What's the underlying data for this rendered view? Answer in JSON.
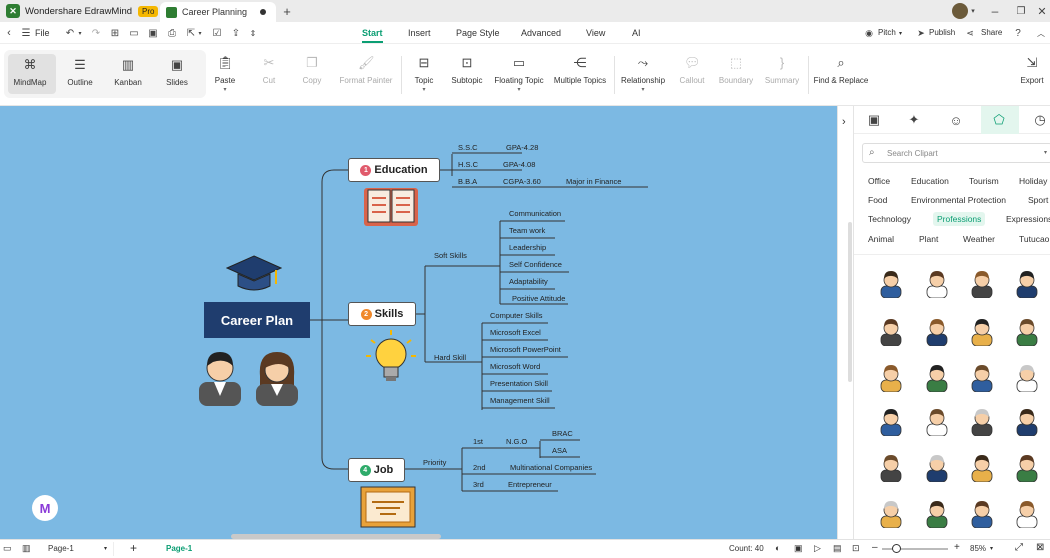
{
  "app": {
    "name": "Wondershare EdrawMind",
    "badge": "Pro",
    "doc_tab": "Career Planning"
  },
  "menu": {
    "file": "File",
    "items": [
      "Start",
      "Insert",
      "Page Style",
      "Advanced",
      "View",
      "AI"
    ],
    "pitch": "Pitch",
    "publish": "Publish",
    "share": "Share"
  },
  "views": {
    "mindmap": "MindMap",
    "outline": "Outline",
    "kanban": "Kanban",
    "slides": "Slides"
  },
  "toolbar": {
    "paste": "Paste",
    "cut": "Cut",
    "copy": "Copy",
    "format_painter": "Format Painter",
    "topic": "Topic",
    "subtopic": "Subtopic",
    "floating_topic": "Floating Topic",
    "multiple_topics": "Multiple Topics",
    "relationship": "Relationship",
    "callout": "Callout",
    "boundary": "Boundary",
    "summary": "Summary",
    "find_replace": "Find & Replace",
    "export": "Export"
  },
  "mindmap": {
    "central": "Career Plan",
    "education": {
      "num": "1",
      "label": "Education",
      "rows": [
        [
          "S.S.C",
          "GPA-4.28",
          ""
        ],
        [
          "H.S.C",
          "GPA-4.08",
          ""
        ],
        [
          "B.B.A",
          "CGPA-3.60",
          "Major in Finance"
        ]
      ]
    },
    "skills": {
      "num": "2",
      "label": "Skills",
      "soft": {
        "label": "Soft Skills",
        "items": [
          "Communication",
          "Team work",
          "Leadership",
          "Self Confidence",
          "Adaptability",
          "Positive Attitude"
        ]
      },
      "hard": {
        "label": "Hard Skill",
        "items": [
          "Computer Skills",
          "Microsoft Excel",
          "Microsoft PowerPoint",
          "Microsoft Word",
          "Presentation Skill",
          "Management Skill"
        ]
      }
    },
    "job": {
      "num": "4",
      "label": "Job",
      "priority": "Priority",
      "first": "1st",
      "ngo": "N.G.O",
      "brac": "BRAC",
      "asa": "ASA",
      "second": "2nd",
      "second_val": "Multinational Companies",
      "third": "3rd",
      "third_val": "Entrepreneur"
    }
  },
  "clipart": {
    "search_placeholder": "Search Clipart",
    "categories": [
      [
        "Office",
        "Education",
        "Tourism",
        "Holiday"
      ],
      [
        "Food",
        "Environmental Protection",
        "Sport"
      ],
      [
        "Technology",
        "Professions",
        "Expressions"
      ],
      [
        "Animal",
        "Plant",
        "Weather",
        "Tutucao"
      ]
    ],
    "selected": "Professions"
  },
  "status": {
    "page_select": "Page-1",
    "page_tab": "Page-1",
    "count": "Count: 40",
    "zoom": "85%"
  },
  "colors": {
    "accent": "#0b9e73",
    "canvas": "#7cb9e3",
    "central": "#1f3d6e"
  }
}
